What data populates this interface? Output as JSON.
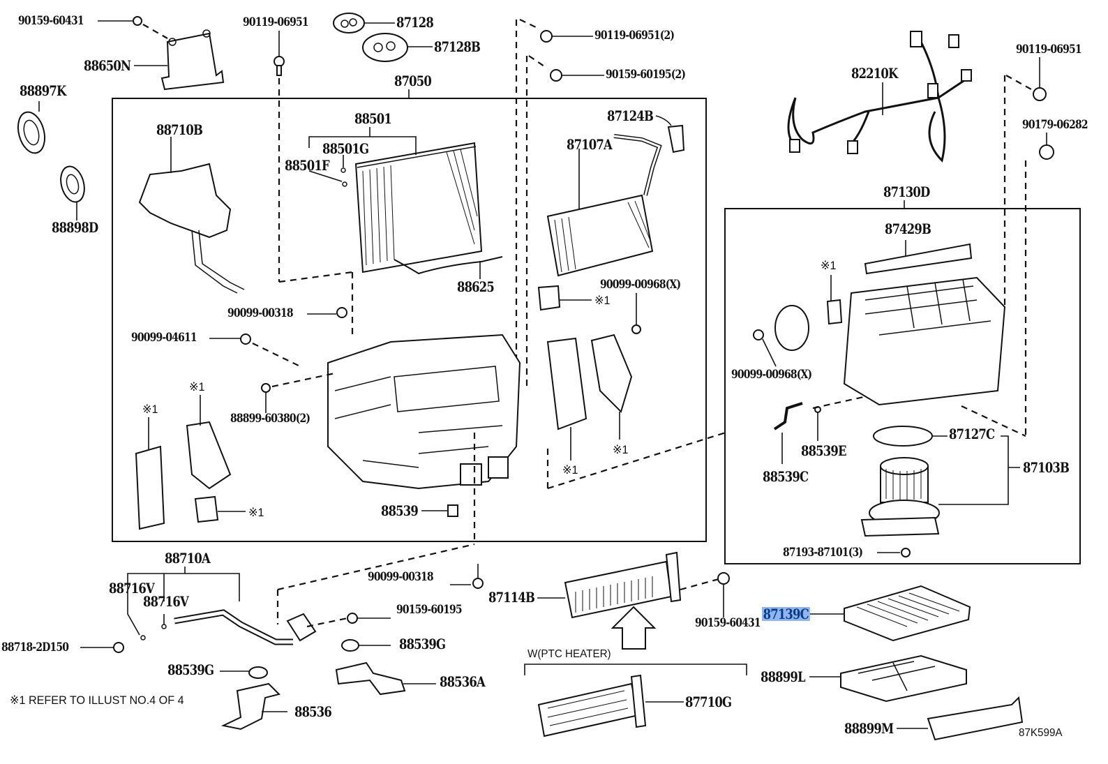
{
  "diagram": {
    "type": "exploded-parts-diagram",
    "illustration_id": "87K599A",
    "footnote": "※1 REFER TO ILLUST NO.4 OF 4",
    "sub_header": "W(PTC HEATER)",
    "highlighted_part": "87139C",
    "highlight_color": "#8db7ee",
    "parts": {
      "p90159_60431_top": "90159-60431",
      "p88650N": "88650N",
      "p88897K": "88897K",
      "p88898D": "88898D",
      "p90119_06951_top": "90119-06951",
      "p87128": "87128",
      "p87128B": "87128B",
      "p87050": "87050",
      "p90119_06951_2": "90119-06951(2)",
      "p90159_60195_2": "90159-60195(2)",
      "p82210K": "82210K",
      "p90119_06951_right": "90119-06951",
      "p90179_06282": "90179-06282",
      "p88710B": "88710B",
      "p88501": "88501",
      "p88501G": "88501G",
      "p88501F": "88501F",
      "p87124B": "87124B",
      "p87107A": "87107A",
      "p88625": "88625",
      "p87130D": "87130D",
      "p87429B": "87429B",
      "p90099_00318_a": "90099-00318",
      "p90099_04611": "90099-04611",
      "p90099_00968_a": "90099-00968(X)",
      "p90099_00968_b": "90099-00968(X)",
      "p88899_60380": "88899-60380(2)",
      "p88539E": "88539E",
      "p88539C": "88539C",
      "p87127C": "87127C",
      "p87103B": "87103B",
      "p88539": "88539",
      "p87193_87101": "87193-87101(3)",
      "p88710A": "88710A",
      "p88716V_a": "88716V",
      "p88716V_b": "88716V",
      "p88718_2D150": "88718-2D150",
      "p90099_00318_b": "90099-00318",
      "p90159_60195": "90159-60195",
      "p87114B": "87114B",
      "p90159_60431_b": "90159-60431",
      "p87139C": "87139C",
      "p88539G_a": "88539G",
      "p88539G_b": "88539G",
      "p88536A": "88536A",
      "p88536": "88536",
      "p87710G": "87710G",
      "p88899L": "88899L",
      "p88899M": "88899M"
    },
    "ref_mark": "※1"
  }
}
